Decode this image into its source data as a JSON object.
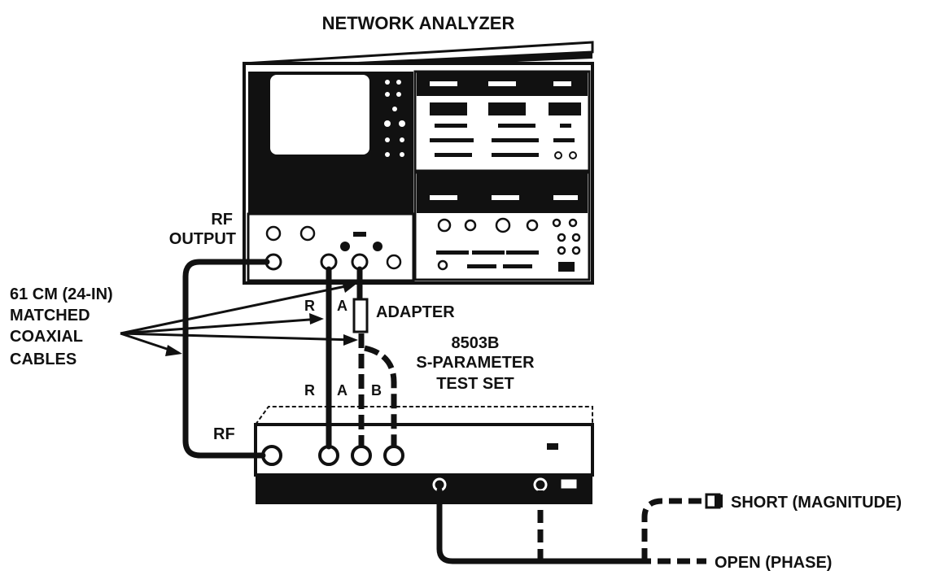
{
  "labels": {
    "title": "NETWORK ANALYZER",
    "rf_output_line1": "RF",
    "rf_output_line2": "OUTPUT",
    "cables_line1": "61 CM (24-IN)",
    "cables_line2": "MATCHED",
    "cables_line3": "COAXIAL",
    "cables_line4": "CABLES",
    "channel_r": "R",
    "channel_a": "A",
    "channel_b": "B",
    "adapter": "ADAPTER",
    "test_set_line1": "8503B",
    "test_set_line2": "S-PARAMETER",
    "test_set_line3": "TEST SET",
    "rf_input": "RF",
    "short": "SHORT (MAGNITUDE)",
    "open": "OPEN (PHASE)"
  },
  "colors": {
    "ink": "#111111",
    "paper": "#ffffff",
    "screen": "#ffffff"
  }
}
